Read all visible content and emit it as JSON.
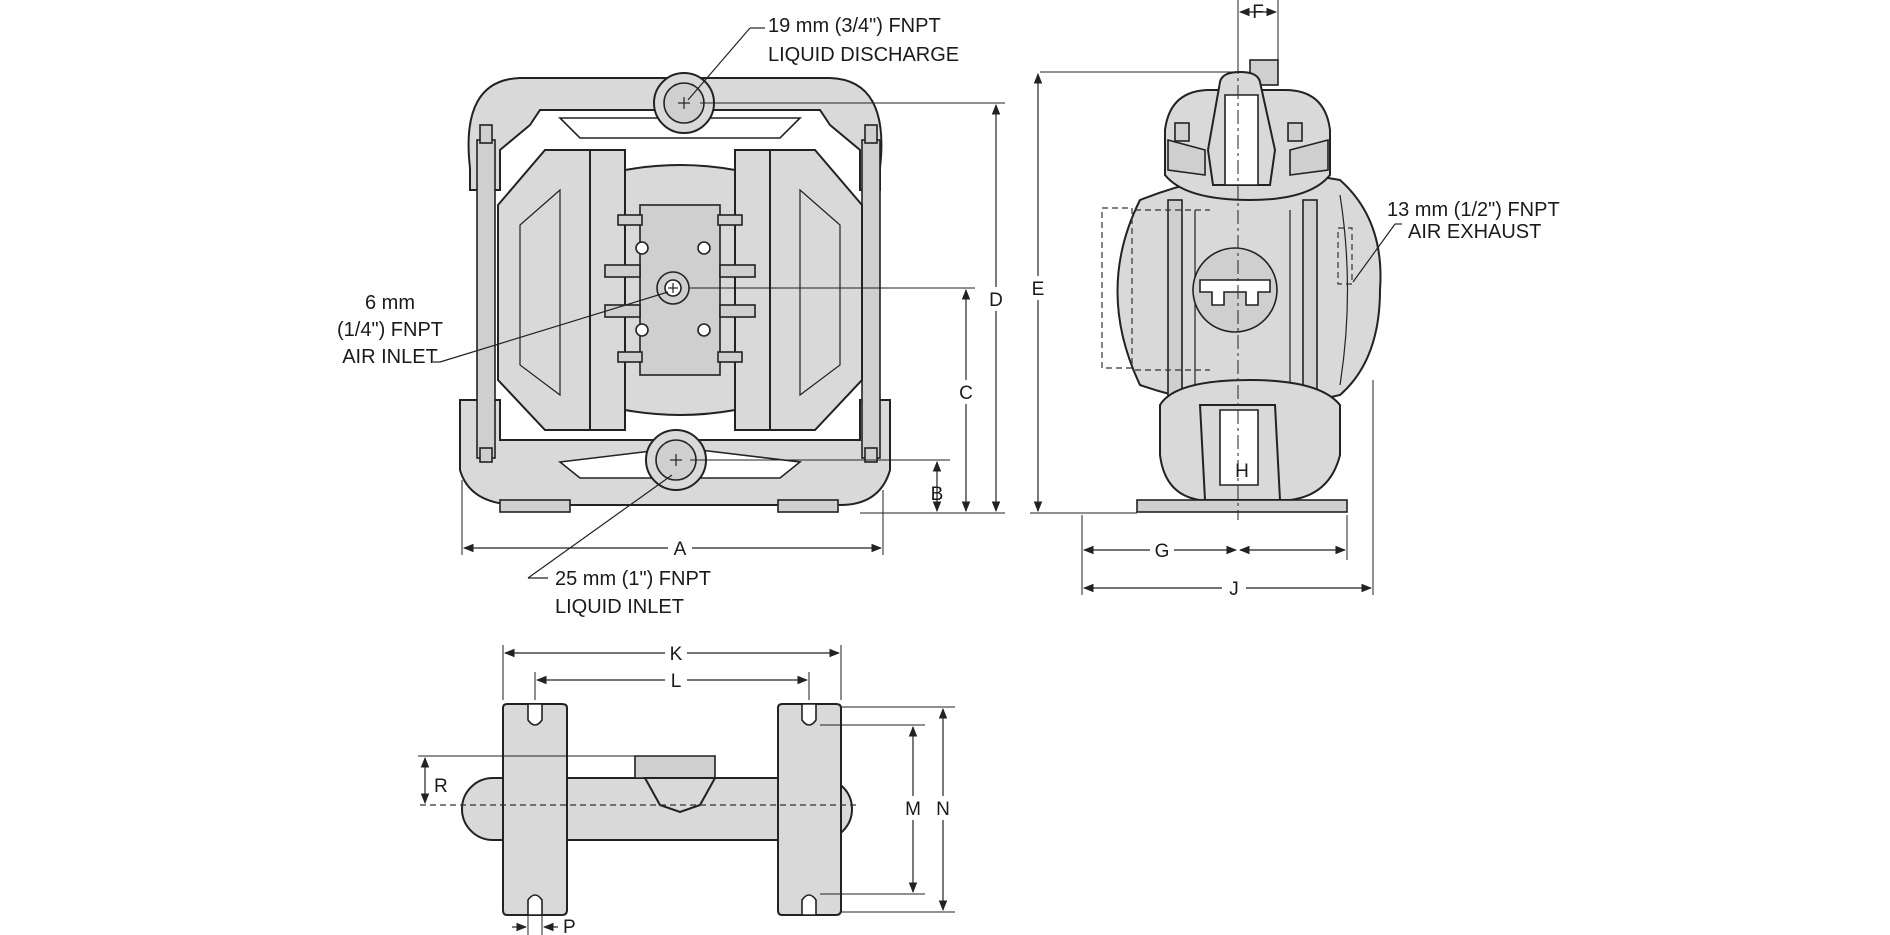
{
  "callouts": {
    "liquid_discharge": {
      "line1": "19 mm (3/4\") FNPT",
      "line2": "LIQUID DISCHARGE"
    },
    "air_inlet": {
      "line1": "6 mm",
      "line2": "(1/4\") FNPT",
      "line3": "AIR INLET"
    },
    "liquid_inlet": {
      "line1": "25 mm (1\") FNPT",
      "line2": "LIQUID INLET"
    },
    "air_exhaust": {
      "line1": "13 mm (1/2\") FNPT",
      "line2": "AIR EXHAUST"
    }
  },
  "dimensions": {
    "A": "A",
    "B": "B",
    "C": "C",
    "D": "D",
    "E": "E",
    "F": "F",
    "G": "G",
    "H": "H",
    "J": "J",
    "K": "K",
    "L": "L",
    "M": "M",
    "N": "N",
    "P": "P",
    "R": "R"
  },
  "colors": {
    "part_fill": "#d9d9d9",
    "line": "#222222",
    "background": "#ffffff"
  }
}
